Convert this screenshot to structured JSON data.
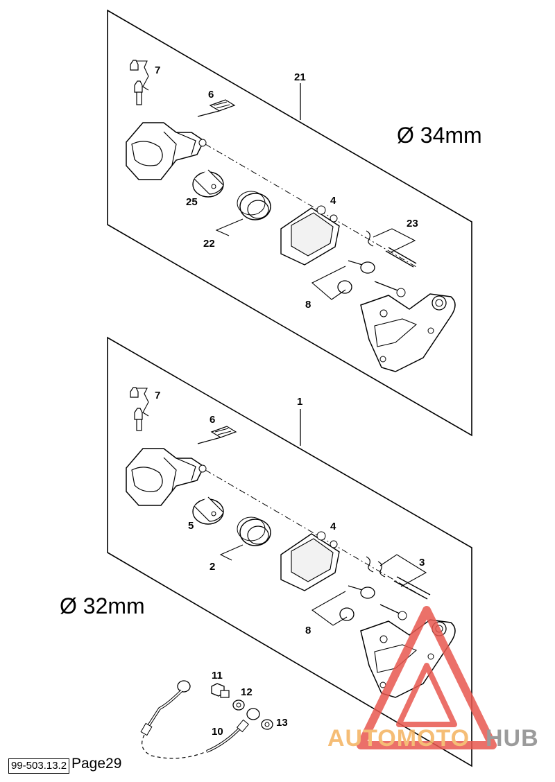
{
  "diagram": {
    "upper": {
      "diameter": "Ø 34mm",
      "labels": {
        "assembly": "21",
        "bleed": "7",
        "pin_plate": "6",
        "piston": "25",
        "seal": "22",
        "pads": "4",
        "pin": "23",
        "bushing": "8"
      }
    },
    "lower": {
      "diameter": "Ø 32mm",
      "labels": {
        "assembly": "1",
        "bleed": "7",
        "pin_plate": "6",
        "piston": "5",
        "seal": "2",
        "pads": "4",
        "pin": "3",
        "bushing": "8"
      }
    },
    "hose": {
      "labels": {
        "bolt": "11",
        "washer": "12",
        "hose": "10",
        "washer2": "13"
      }
    }
  },
  "footer": {
    "doc_ref": "99-503.13.2",
    "page": "Page29"
  },
  "watermark": {
    "text_orange": "AUTOMOTO",
    "text_grey": "HUB",
    "colors": {
      "red": "#e8584f",
      "orange": "#f4b25f",
      "grey": "#8a8a8a"
    }
  }
}
